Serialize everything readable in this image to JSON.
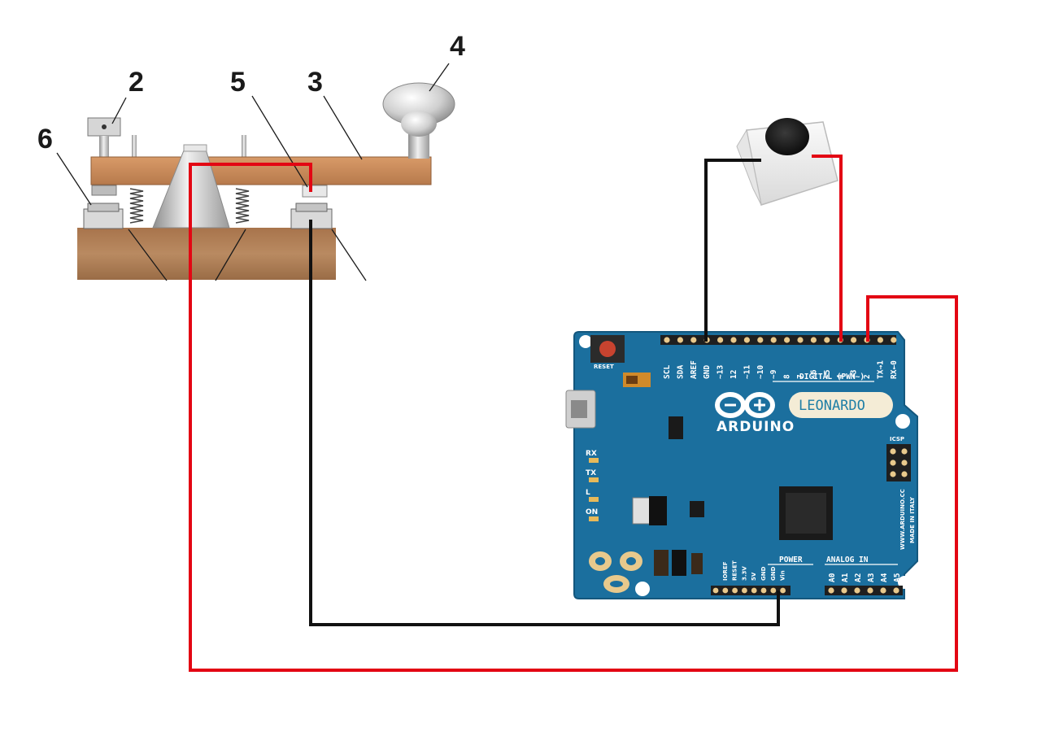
{
  "callouts": {
    "c2": "2",
    "c3": "3",
    "c4": "4",
    "c5": "5",
    "c6": "6"
  },
  "board": {
    "brand": "ARDUINO",
    "model": "LEONARDO",
    "reset_label": "RESET",
    "digital_label": "DIGITAL (PWM~)",
    "power_label": "POWER",
    "analog_label": "ANALOG IN",
    "icsp_label": "ICSP",
    "url_label": "WWW.ARDUINO.CC",
    "made_label": "MADE IN ITALY",
    "led_rx": "RX",
    "led_tx": "TX",
    "led_l": "L",
    "led_on": "ON",
    "top_pins": [
      "SCL",
      "SDA",
      "AREF",
      "GND",
      "~13",
      "12",
      "~11",
      "~10",
      "~9",
      "8",
      "7",
      "~6",
      "~5",
      "4",
      "~3",
      "2",
      "TX→1",
      "RX←0"
    ],
    "power_pins": [
      "IOREF",
      "RESET",
      "3.3V",
      "5V",
      "GND",
      "GND",
      "Vin"
    ],
    "analog_pins": [
      "A0",
      "A1",
      "A2",
      "A3",
      "A4",
      "A5"
    ]
  },
  "colors": {
    "board": "#1b6f9e",
    "wire_red": "#e30613",
    "wire_black": "#111111",
    "key_lever": "#c8895a",
    "key_base": "#b07d55"
  }
}
